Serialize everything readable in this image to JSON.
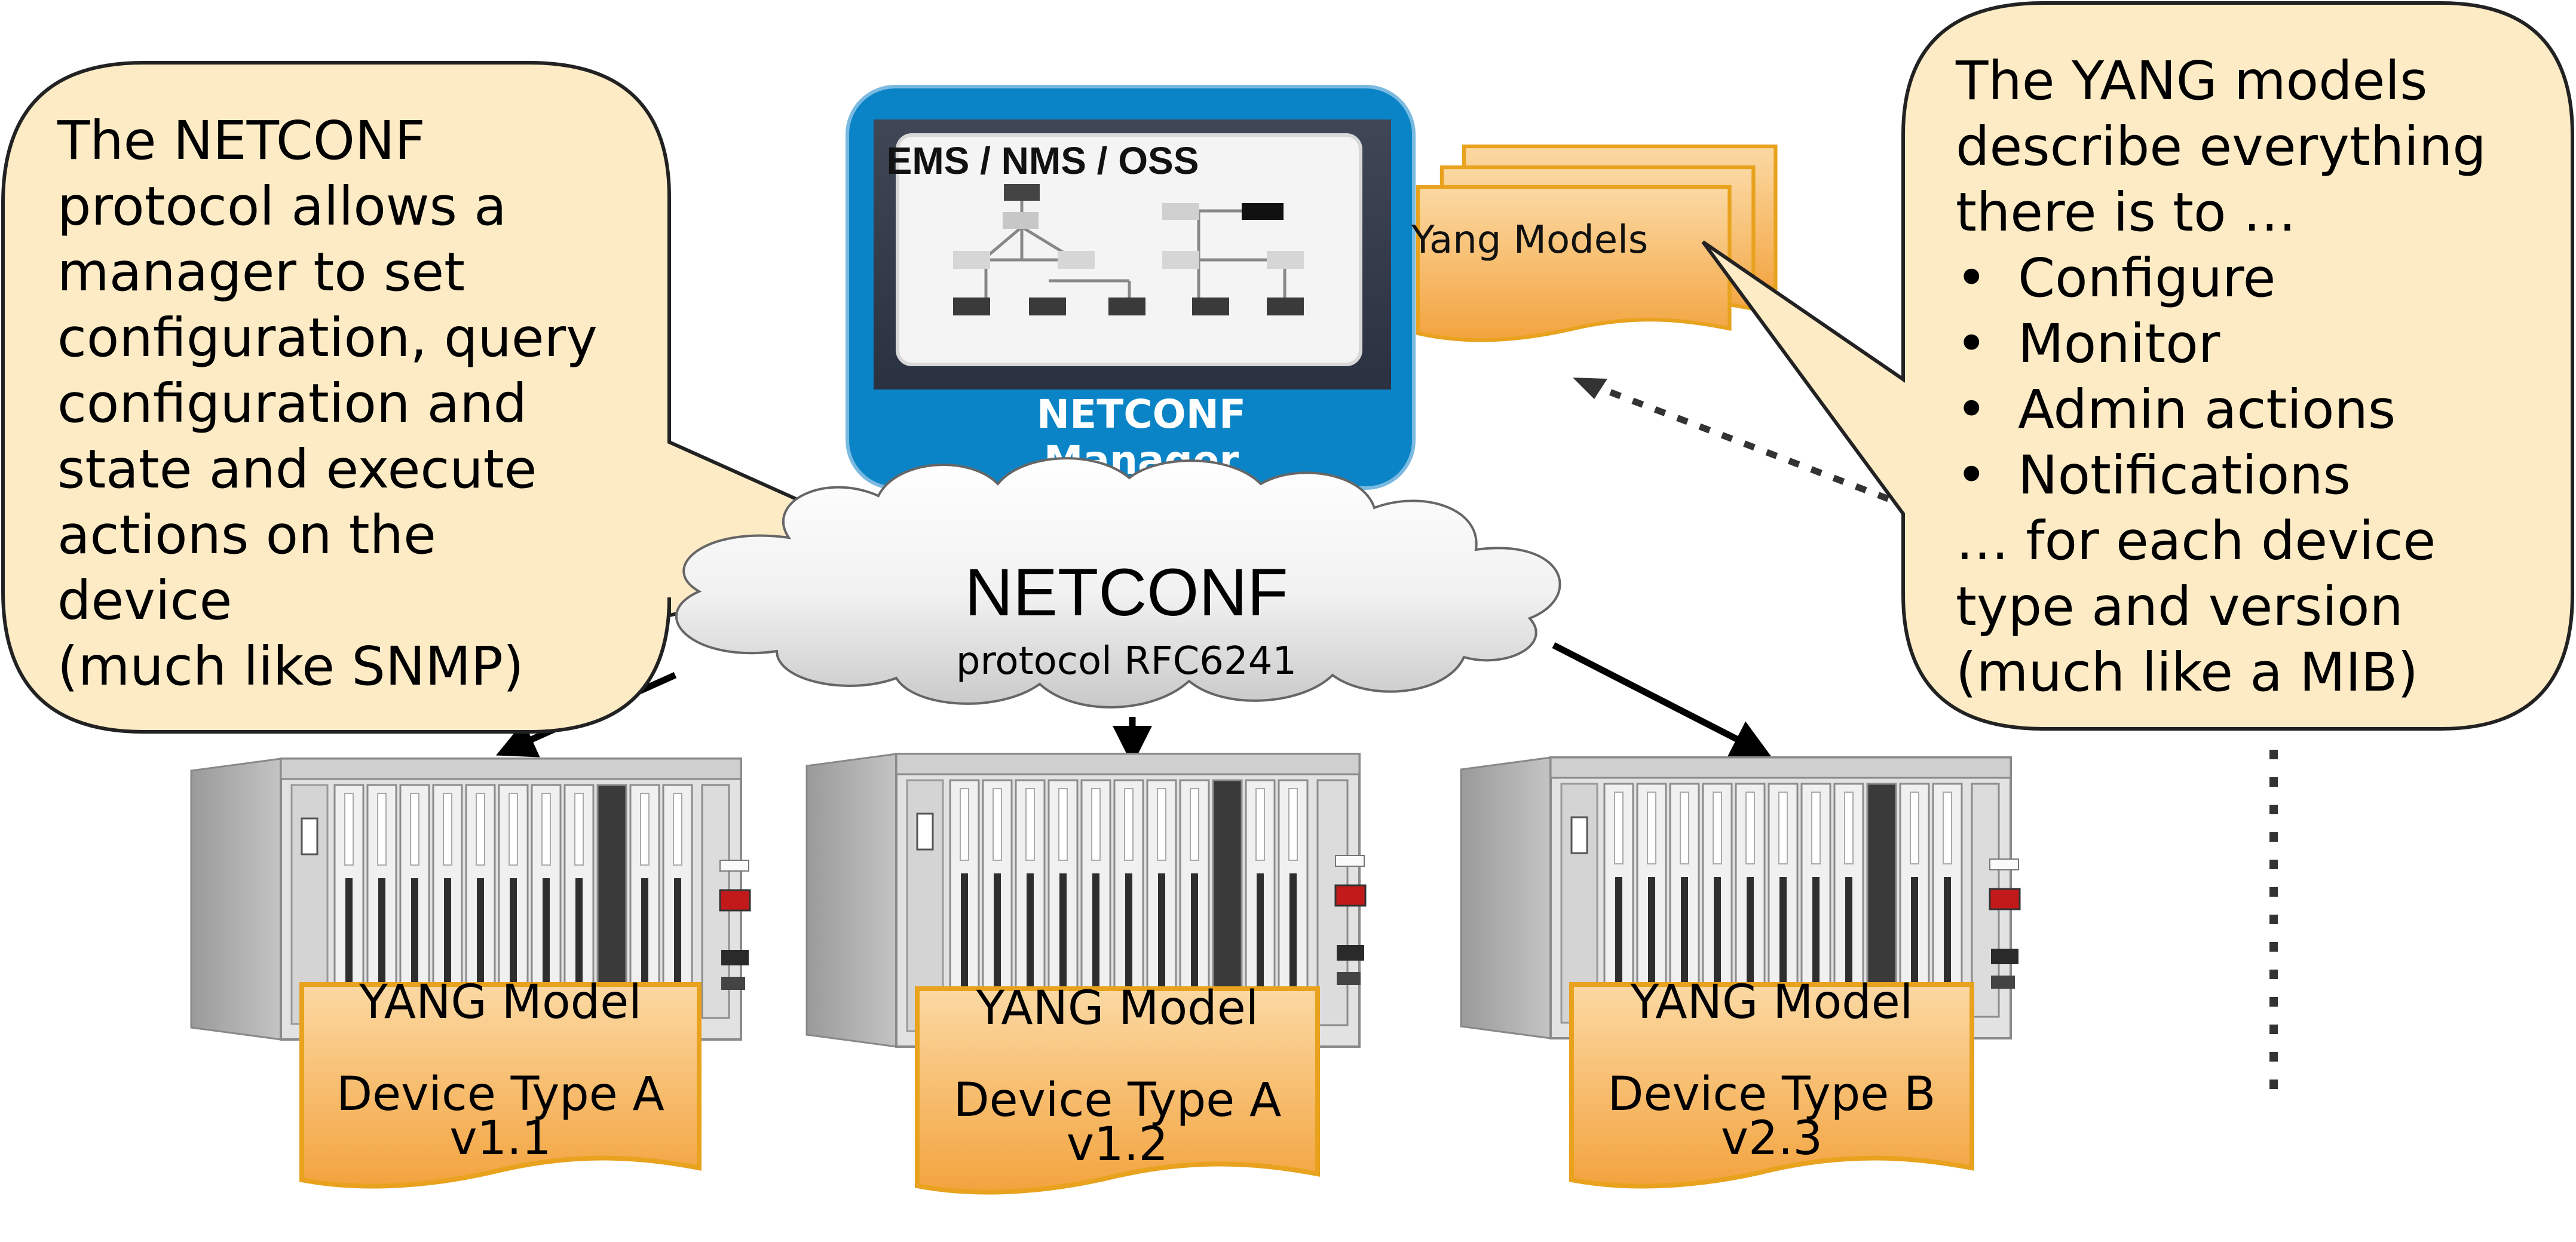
{
  "manager": {
    "screen_title": "EMS / NMS / OSS",
    "label_line1": "NETCONF",
    "label_line2": "Manager"
  },
  "yang_stack": {
    "label": "Yang Models"
  },
  "cloud": {
    "title": "NETCONF",
    "subtitle": "protocol RFC6241"
  },
  "left_callout": {
    "lines": [
      "The NETCONF",
      "protocol allows a",
      "manager to set",
      "configuration, query",
      "configuration and",
      "state and execute",
      "actions on the",
      "device",
      "(much like SNMP)"
    ]
  },
  "right_callout": {
    "intro": [
      "The YANG models",
      "describe everything",
      "there is to …"
    ],
    "bullet_glyph": "•",
    "bullets": [
      "Configure",
      "Monitor",
      "Admin actions",
      "Notifications"
    ],
    "outro": [
      "… for each device",
      "type and version",
      "(much like a MIB)"
    ]
  },
  "devices": [
    {
      "model_title": "YANG Model",
      "device_type": "Device Type A",
      "version": "v1.1"
    },
    {
      "model_title": "YANG Model",
      "device_type": "Device Type A",
      "version": "v1.2"
    },
    {
      "model_title": "YANG Model",
      "device_type": "Device Type B",
      "version": "v2.3"
    }
  ],
  "colors": {
    "callout_fill": "#fdebc6",
    "manager_blue": "#0a84c6",
    "yang_orange": "#f6b04c",
    "yang_border": "#e8a21e"
  }
}
